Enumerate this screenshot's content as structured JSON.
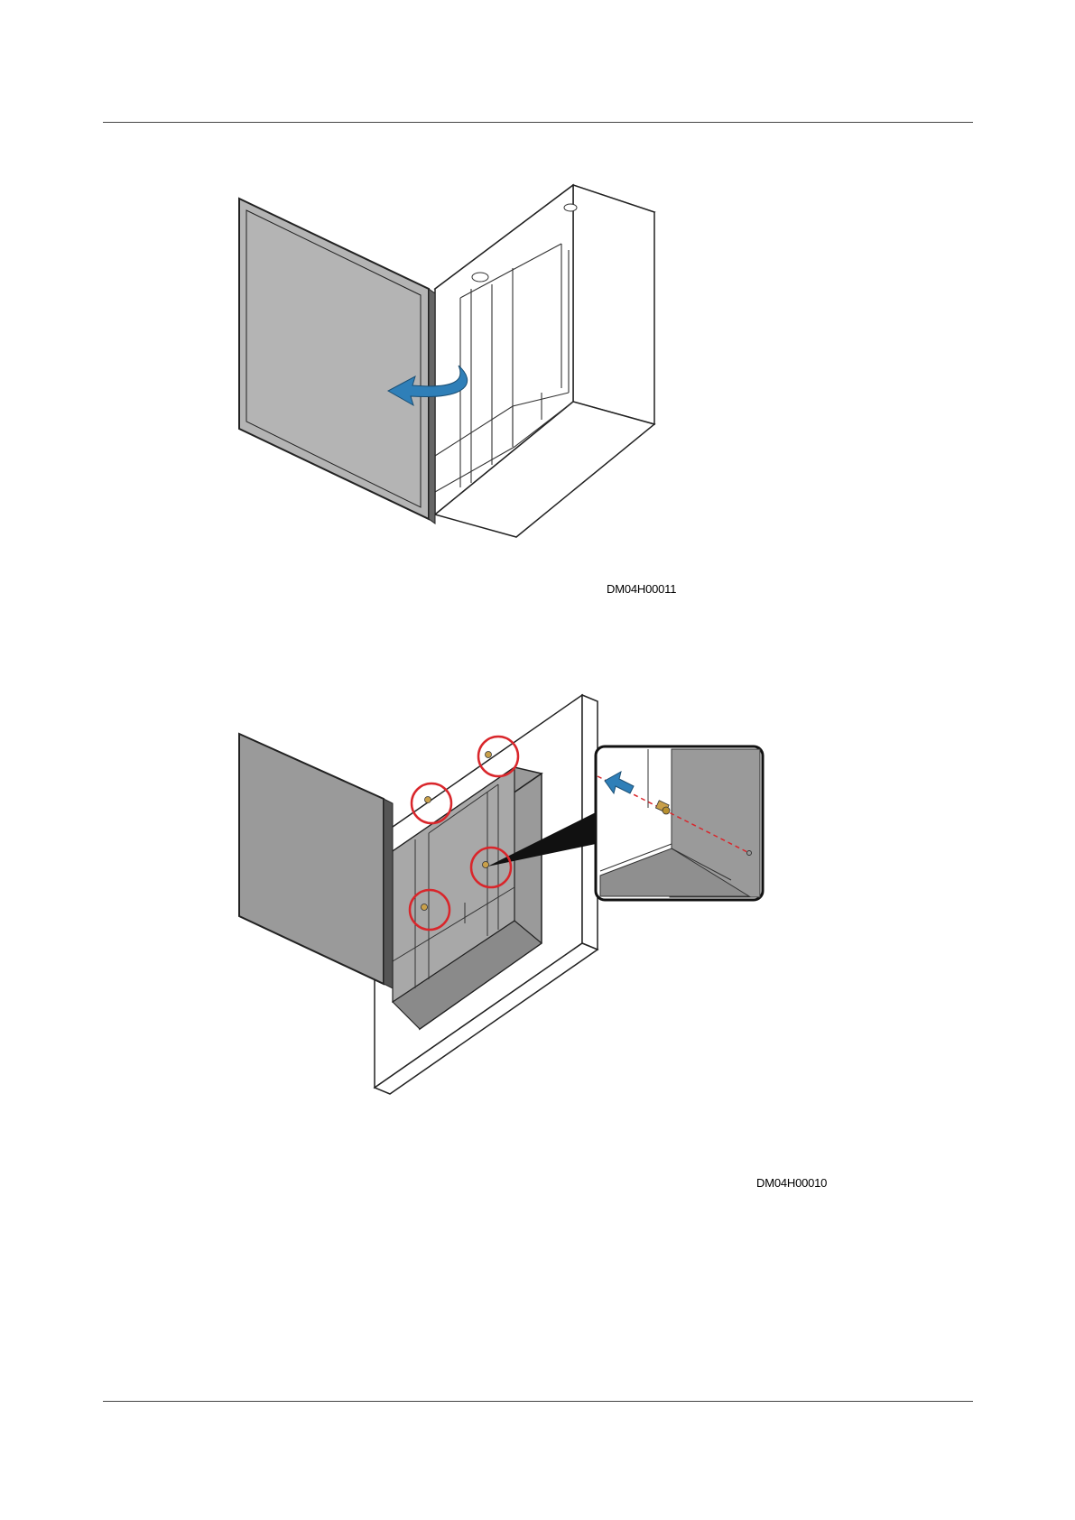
{
  "figures": [
    {
      "id_label": "DM04H00011",
      "graphic": "cabinet-door-opening-illustration",
      "door_color": "#b4b4b4",
      "arrow_color": "#2f7fb8"
    },
    {
      "id_label": "DM04H00010",
      "graphic": "cabinet-mounting-screws-illustration",
      "highlight_color": "#d9262b",
      "arrow_color": "#2f7fb8",
      "body_color": "#9a9a9a",
      "screw_color": "#c9a04a"
    }
  ]
}
